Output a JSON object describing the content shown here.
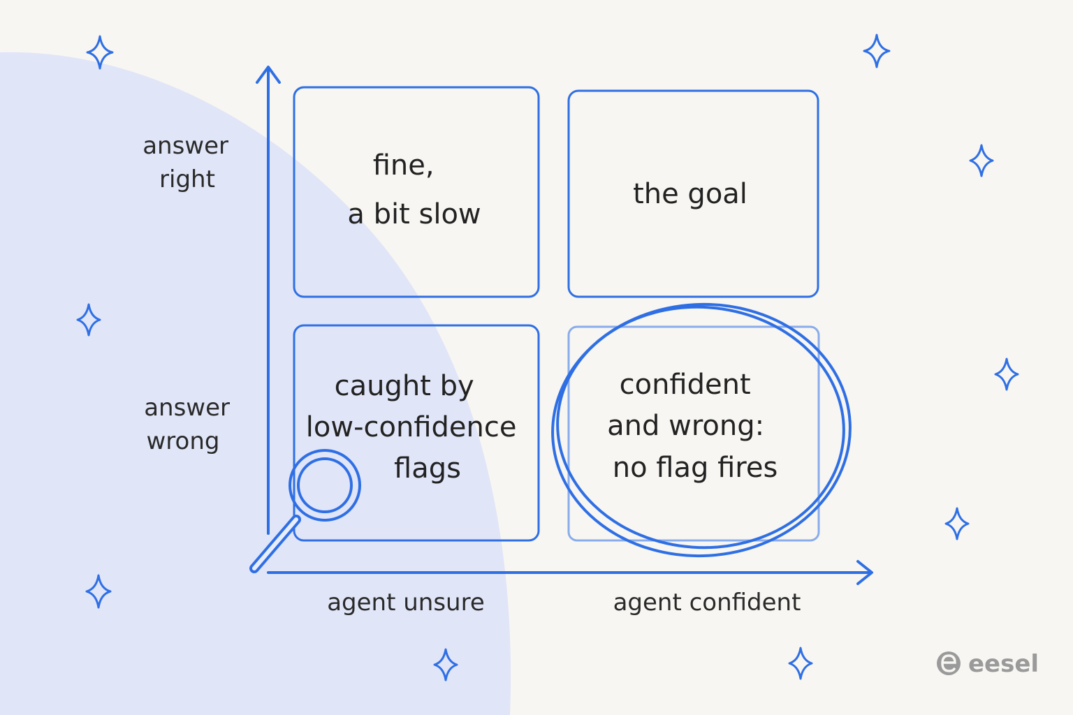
{
  "colors": {
    "background": "#f7f6f2",
    "blob": "#e0e5f8",
    "accent": "#2f6fe4",
    "text": "#222222",
    "brand": "#9a9a9a"
  },
  "y_axis": {
    "top_label": [
      "answer",
      "right"
    ],
    "bottom_label": [
      "answer",
      "wrong"
    ]
  },
  "x_axis": {
    "left_label": "agent unsure",
    "right_label": "agent confident"
  },
  "quadrants": {
    "top_left": [
      "fine,",
      "a bit slow"
    ],
    "top_right": [
      "the goal"
    ],
    "bottom_left": [
      "caught by",
      "low-confidence",
      "flags"
    ],
    "bottom_right": [
      "confident",
      "and wrong:",
      "no flag fires"
    ]
  },
  "highlight": {
    "quadrant": "bottom_right",
    "style": "hand-drawn double circle"
  },
  "decorations": {
    "sparkles": "sparkle-icon",
    "magnifier": "magnifying-glass-icon"
  },
  "brand": {
    "name": "eesel",
    "logo_icon": "eesel-logo-icon"
  }
}
